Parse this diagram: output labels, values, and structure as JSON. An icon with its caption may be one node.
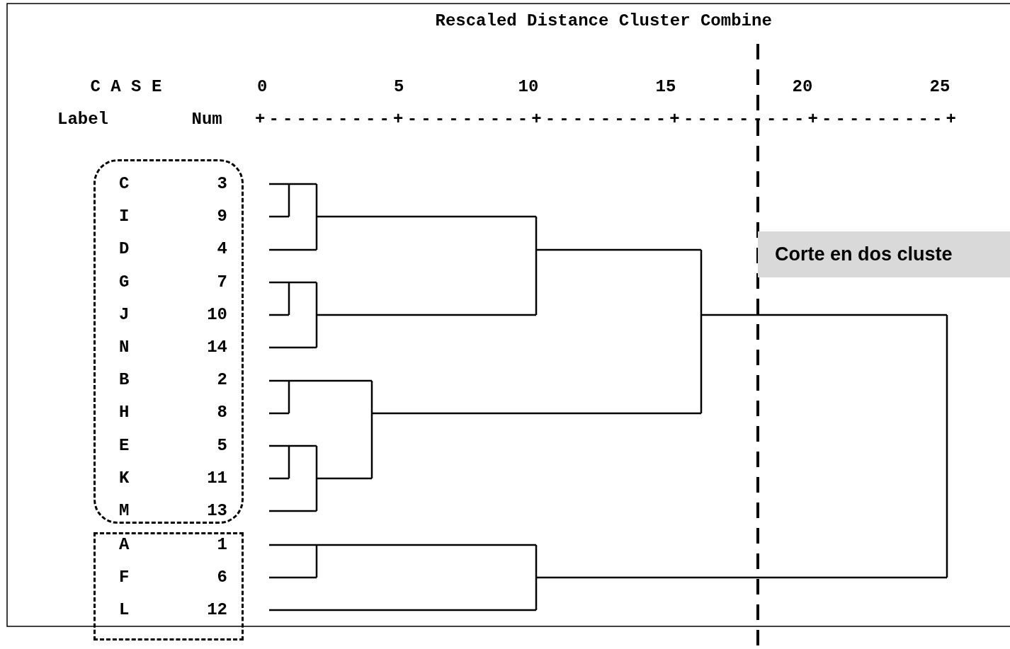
{
  "diagram": {
    "nodes": [
      {
        "text": [
          "C",
          "3",
          "I",
          "9",
          "D",
          "4",
          "G",
          "7",
          "J",
          "10",
          "N",
          "14",
          "B",
          "2",
          "H",
          "8",
          "E",
          "5",
          "K",
          "11",
          "M",
          "13"
        ]
      },
      {
        "text": [
          "A",
          "1",
          "F",
          "6",
          "L",
          "12"
        ]
      },
      {
        "text": [
          "Corte en dos cluste"
        ]
      }
    ],
    "edges": [],
    "labels": [
      "Rescaled Distance Cluster Combine",
      "C A S E",
      "0",
      "5",
      "10",
      "15",
      "20",
      "25",
      "Label",
      "Num",
      "+---------+---------+---------+---------+---------+"
    ]
  }
}
